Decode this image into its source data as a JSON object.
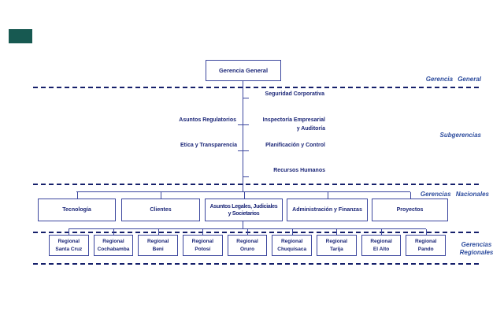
{
  "root": {
    "label": "Gerencia General"
  },
  "tier_labels": {
    "gerencia_general": "Gerencia General",
    "subgerencias": "Subgerencias",
    "gerencias_nacionales": "Gerencias Nacionales",
    "gerencias_regionales": "Gerencias\nRegionales"
  },
  "subgerencias_left": [
    {
      "label": "Asuntos Regulatorios"
    },
    {
      "label": "Etica y Transparencia"
    }
  ],
  "subgerencias_right": [
    {
      "label": "Seguridad Corporativa"
    },
    {
      "label": "Inspectoría Empresarial\ny Auditoría"
    },
    {
      "label": "Planificación y Control"
    },
    {
      "label": "Recursos Humanos"
    }
  ],
  "gerencias_nacionales": [
    {
      "label": "Tecnología"
    },
    {
      "label": "Clientes"
    },
    {
      "label": "Asuntos Legales, Judiciales\ny Societarios"
    },
    {
      "label": "Administración y Finanzas"
    },
    {
      "label": "Proyectos"
    }
  ],
  "gerencias_regionales": [
    {
      "line1": "Regional",
      "line2": "Santa Cruz"
    },
    {
      "line1": "Regional",
      "line2": "Cochabamba"
    },
    {
      "line1": "Regional",
      "line2": "Beni"
    },
    {
      "line1": "Regional",
      "line2": "Potosí"
    },
    {
      "line1": "Regional",
      "line2": "Oruro"
    },
    {
      "line1": "Regional",
      "line2": "Chuquisaca"
    },
    {
      "line1": "Regional",
      "line2": "Tarija"
    },
    {
      "line1": "Regional",
      "line2": "El Alto"
    },
    {
      "line1": "Regional",
      "line2": "Pando"
    }
  ],
  "colors": {
    "text_navy": "#1b2677",
    "line_indigo": "#3c479e",
    "dash_navy": "#16206b",
    "tier_label_blue": "#2e4d9e",
    "corner_teal": "#175951"
  }
}
